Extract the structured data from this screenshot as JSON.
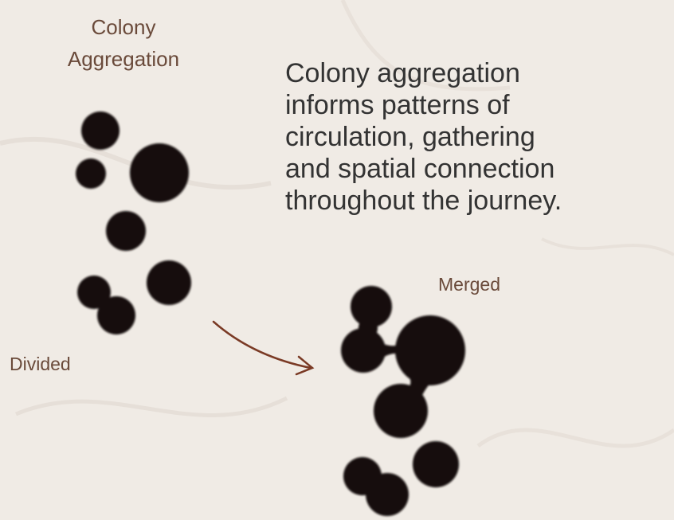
{
  "title_line1": "Colony",
  "title_line2": "Aggregation",
  "description": {
    "line1": "Colony aggregation",
    "line2": "informs patterns of",
    "line3": "circulation, gathering",
    "line4": "and spatial connection",
    "line5": "throughout the journey."
  },
  "labels": {
    "divided": "Divided",
    "merged": "Merged"
  },
  "colors": {
    "background": "#f0ebe5",
    "blob": "#120d0b",
    "arrow": "#7a3a25",
    "label": "#6a4a3a",
    "text": "#333333"
  }
}
